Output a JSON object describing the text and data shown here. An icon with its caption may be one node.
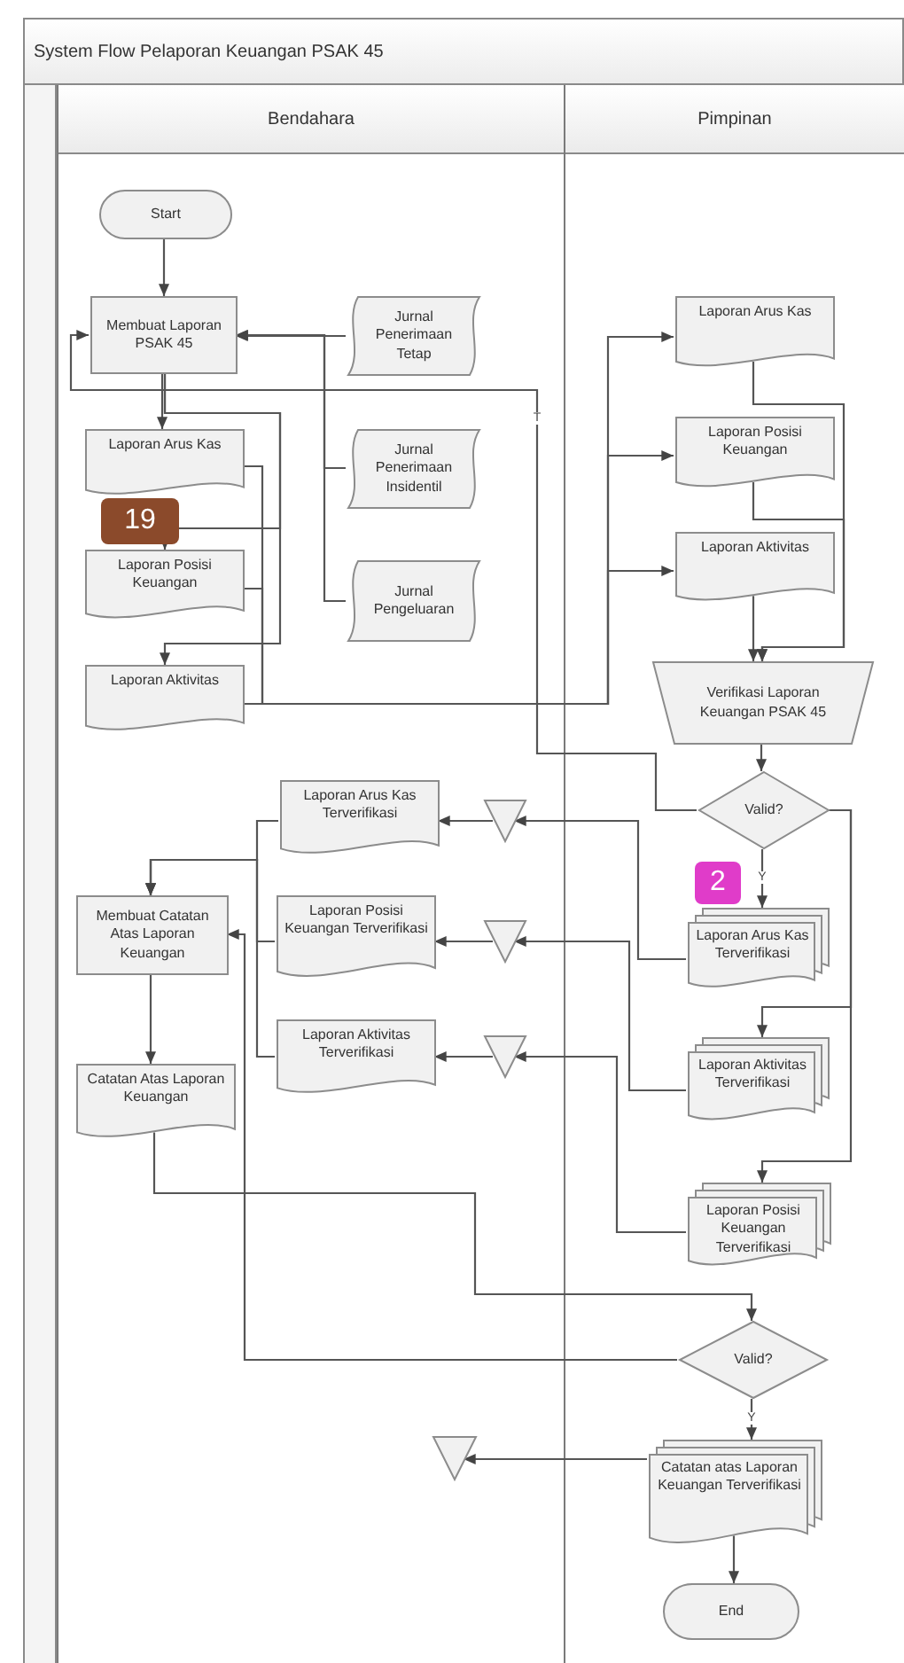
{
  "diagram": {
    "title": "System Flow Pelaporan Keuangan PSAK 45",
    "nodes": [
      {
        "text": [
          "Bendahara"
        ]
      },
      {
        "text": [
          "Pimpinan"
        ]
      },
      {
        "text": [
          "Start"
        ],
        "in": 0
      },
      {
        "text": [
          "Membuat Laporan PSAK 45"
        ],
        "in": 0
      },
      {
        "text": [
          "Jurnal Penerimaan Tetap"
        ],
        "in": 0
      },
      {
        "text": [
          "Laporan Arus Kas"
        ],
        "in": 0
      },
      {
        "text": [
          "Jurnal Penerimaan Insidentil"
        ],
        "in": 0
      },
      {
        "text": [
          "Laporan Posisi Keuangan"
        ],
        "in": 0
      },
      {
        "text": [
          "Jurnal Pengeluaran"
        ],
        "in": 0
      },
      {
        "text": [
          "Laporan Aktivitas"
        ],
        "in": 0
      },
      {
        "text": [
          "Laporan Arus Kas"
        ],
        "in": 1
      },
      {
        "text": [
          "Laporan Posisi Keuangan"
        ],
        "in": 1
      },
      {
        "text": [
          "Laporan Aktivitas"
        ],
        "in": 1
      },
      {
        "text": [
          "Verifikasi Laporan Keuangan PSAK 45"
        ],
        "in": 1
      },
      {
        "text": [
          "Valid?"
        ],
        "in": 1
      },
      {
        "text": [
          "Laporan Arus Kas Terverifikasi"
        ],
        "in": 0
      },
      {
        "text": [],
        "shape": "triangle",
        "in": 0
      },
      {
        "text": [
          "Laporan Arus Kas Terverifikasi"
        ],
        "in": 1
      },
      {
        "text": [
          "Membuat Catatan Atas Laporan Keuangan"
        ],
        "in": 0
      },
      {
        "text": [
          "Laporan Posisi Keuangan Terverifikasi"
        ],
        "in": 0
      },
      {
        "text": [],
        "shape": "triangle",
        "in": 0
      },
      {
        "text": [
          "Laporan Aktivitas Terverifikasi"
        ],
        "in": 0
      },
      {
        "text": [],
        "shape": "triangle",
        "in": 0
      },
      {
        "text": [
          "Laporan Aktivitas Terverifikasi"
        ],
        "in": 1
      },
      {
        "text": [
          "Catatan Atas Laporan Keuangan"
        ],
        "in": 0
      },
      {
        "text": [
          "Laporan Posisi Keuangan Terverifikasi"
        ],
        "in": 1
      },
      {
        "text": [
          "Valid?"
        ],
        "in": 1
      },
      {
        "text": [],
        "shape": "triangle",
        "in": 0
      },
      {
        "text": [
          "Catatan atas Laporan Keuangan Terverifikasi"
        ],
        "in": 1
      },
      {
        "text": [
          "End"
        ],
        "in": 1
      }
    ],
    "edges": [
      {
        "from": 2,
        "to": 3,
        "arrow": "to"
      },
      {
        "from": 4,
        "to": 3,
        "arrow": "to"
      },
      {
        "from": 6,
        "to": 3,
        "arrow": "to"
      },
      {
        "from": 8,
        "to": 3,
        "arrow": "to"
      },
      {
        "from": 3,
        "to": 5,
        "arrow": "to"
      },
      {
        "from": 3,
        "to": 7,
        "arrow": "to"
      },
      {
        "from": 3,
        "to": 9,
        "arrow": "to"
      },
      {
        "from": 5,
        "to": 10,
        "arrow": "to"
      },
      {
        "from": 7,
        "to": 11,
        "arrow": "to"
      },
      {
        "from": 9,
        "to": 12,
        "arrow": "to"
      },
      {
        "from": 10,
        "to": 13,
        "arrow": "to"
      },
      {
        "from": 11,
        "to": 13,
        "arrow": "to"
      },
      {
        "from": 12,
        "to": 13,
        "arrow": "to"
      },
      {
        "from": 13,
        "to": 14,
        "arrow": "to"
      },
      {
        "from": 14,
        "to": 3,
        "arrow": "to",
        "label": "T"
      },
      {
        "from": 14,
        "to": 17,
        "arrow": "to",
        "label": "Y"
      },
      {
        "from": 14,
        "to": 23,
        "arrow": "to"
      },
      {
        "from": 14,
        "to": 25,
        "arrow": "to"
      },
      {
        "from": 17,
        "to": 16,
        "arrow": "to"
      },
      {
        "from": 16,
        "to": 15,
        "arrow": "to"
      },
      {
        "from": 23,
        "to": 20,
        "arrow": "to"
      },
      {
        "from": 20,
        "to": 19,
        "arrow": "to"
      },
      {
        "from": 25,
        "to": 22,
        "arrow": "to"
      },
      {
        "from": 22,
        "to": 21,
        "arrow": "to"
      },
      {
        "from": 15,
        "to": 18,
        "arrow": "to"
      },
      {
        "from": 19,
        "to": 18,
        "arrow": "to"
      },
      {
        "from": 21,
        "to": 18,
        "arrow": "to"
      },
      {
        "from": 18,
        "to": 24,
        "arrow": "to"
      },
      {
        "from": 24,
        "to": 26,
        "arrow": "to"
      },
      {
        "from": 26,
        "to": 18,
        "arrow": "to"
      },
      {
        "from": 26,
        "to": 28,
        "arrow": "to",
        "label": "Y"
      },
      {
        "from": 28,
        "to": 27,
        "arrow": "to"
      },
      {
        "from": 28,
        "to": 29,
        "arrow": "to"
      }
    ],
    "labels": [
      "19",
      "2"
    ]
  }
}
